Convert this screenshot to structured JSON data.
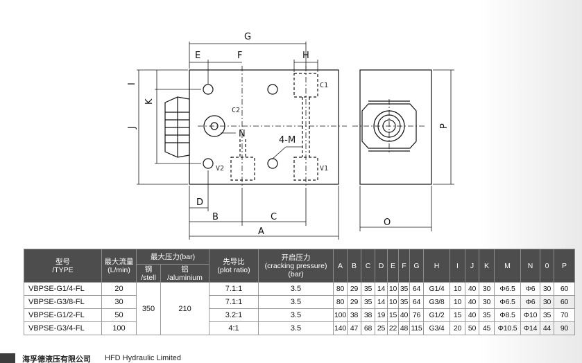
{
  "drawing": {
    "dims": {
      "G": "G",
      "E": "E",
      "F": "F",
      "H": "H",
      "I": "I",
      "K": "K",
      "J": "J",
      "D": "D",
      "B": "B",
      "C": "C",
      "A": "A",
      "O": "O",
      "P": "P"
    },
    "labels": {
      "c1": "C1",
      "c2": "C2",
      "n": "N",
      "m": "4-M",
      "v1": "V1",
      "v2": "V2"
    }
  },
  "table": {
    "header": {
      "type_cn": "型号",
      "type_en": "/TYPE",
      "flow_cn": "最大流量",
      "flow_en": "(L/min)",
      "pressure": "最大压力(bar)",
      "steel_cn": "钢",
      "steel_en": "/stell",
      "alu_cn": "铝",
      "alu_en": "/aluminium",
      "ratio_cn": "先导比",
      "ratio_en": "(plot ratio)",
      "crack_cn": "开启压力",
      "crack_en": "(cracking pressure)",
      "crack_unit": "(bar)",
      "dims": [
        "A",
        "B",
        "C",
        "D",
        "E",
        "F",
        "G",
        "H",
        "I",
        "J",
        "K",
        "M",
        "N",
        "0",
        "P"
      ]
    },
    "shared_steel": "350",
    "shared_alu": "210",
    "rows": [
      {
        "type": "VBPSE-G1/4-FL",
        "flow": "20",
        "ratio": "7.1:1",
        "crack": "3.5",
        "dims": [
          "80",
          "29",
          "35",
          "14",
          "10",
          "35",
          "64",
          "G1/4",
          "10",
          "40",
          "30",
          "Φ6.5",
          "Φ6",
          "30",
          "60"
        ]
      },
      {
        "type": "VBPSE-G3/8-FL",
        "flow": "30",
        "ratio": "7.1:1",
        "crack": "3.5",
        "dims": [
          "80",
          "29",
          "35",
          "14",
          "10",
          "35",
          "64",
          "G3/8",
          "10",
          "40",
          "30",
          "Φ6.5",
          "Φ6",
          "30",
          "60"
        ]
      },
      {
        "type": "VBPSE-G1/2-FL",
        "flow": "50",
        "ratio": "3.2:1",
        "crack": "3.5",
        "dims": [
          "100",
          "38",
          "38",
          "19",
          "15",
          "40",
          "76",
          "G1/2",
          "15",
          "40",
          "35",
          "Φ8.5",
          "Φ10",
          "35",
          "70"
        ]
      },
      {
        "type": "VBPSE-G3/4-FL",
        "flow": "100",
        "ratio": "4:1",
        "crack": "3.5",
        "dims": [
          "140",
          "47",
          "68",
          "25",
          "22",
          "48",
          "115",
          "G3/4",
          "20",
          "50",
          "45",
          "Φ10.5",
          "Φ14",
          "44",
          "90"
        ]
      }
    ]
  },
  "footer": {
    "company_cn": "海孚德液压有限公司",
    "company_en": "HFD Hydraulic Limited"
  }
}
